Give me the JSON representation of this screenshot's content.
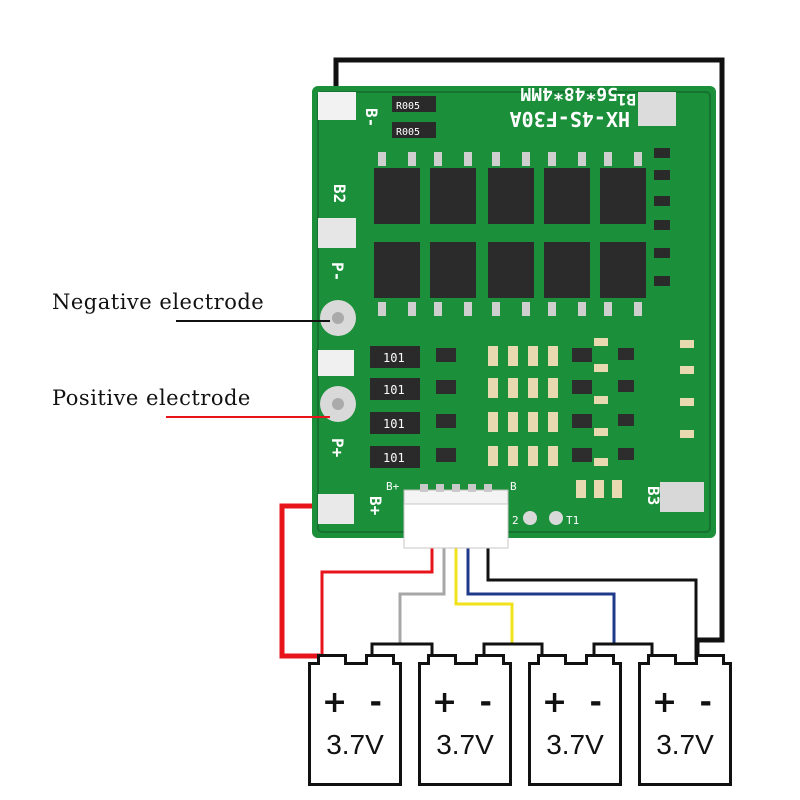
{
  "board": {
    "model_text": "HX-4S-F30A",
    "size_text": "56*48*4MM",
    "resistor_label": "R005",
    "sense_resistor_label": "101",
    "pad_labels": {
      "b_minus": "B-",
      "b1": "B1",
      "b2": "B2",
      "b3": "B3",
      "p_minus": "P-",
      "p_plus": "P+",
      "b_plus": "B+",
      "connector_b_plus": "B+",
      "connector_b": "B",
      "t1": "T1",
      "t2": "2"
    },
    "colors": {
      "pcb": "#1b8f3a",
      "pcb_dark": "#157230",
      "silk": "#ffffff",
      "mosfet": "#2b2b2b"
    }
  },
  "callouts": {
    "negative": "Negative electrode",
    "positive": "Positive electrode"
  },
  "cells": [
    {
      "polarity": "+  -",
      "voltage": "3.7V"
    },
    {
      "polarity": "+  -",
      "voltage": "3.7V"
    },
    {
      "polarity": "+  -",
      "voltage": "3.7V"
    },
    {
      "polarity": "+  -",
      "voltage": "3.7V"
    }
  ],
  "wires": {
    "colors": {
      "red": "#e8141c",
      "black": "#111111",
      "gray": "#a7a7a7",
      "yellow": "#f2e21b",
      "blue": "#1f3a8a"
    }
  }
}
